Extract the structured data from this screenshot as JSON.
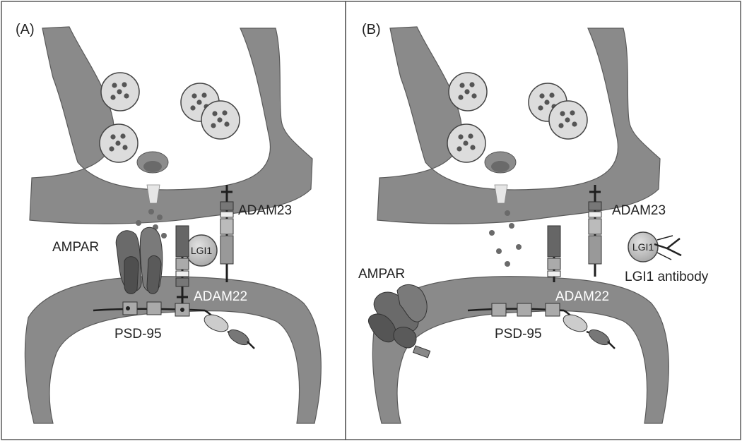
{
  "panels": [
    {
      "id": "A",
      "label": "(A)",
      "labels": {
        "ampar": "AMPAR",
        "lgi1": "LGI1",
        "adam23": "ADAM23",
        "adam22": "ADAM22",
        "psd95": "PSD-95"
      }
    },
    {
      "id": "B",
      "label": "(B)",
      "labels": {
        "ampar": "AMPAR",
        "lgi1": "LGI1",
        "lgi1_antibody": "LGI1 antibody",
        "adam23": "ADAM23",
        "adam22": "ADAM22",
        "psd95": "PSD-95"
      }
    }
  ],
  "colors": {
    "membrane": "#8a8a8a",
    "vesicle": "#dcdcdc",
    "protein_dark": "#555555",
    "protein_light": "#c8c8c8",
    "border": "#333333"
  }
}
